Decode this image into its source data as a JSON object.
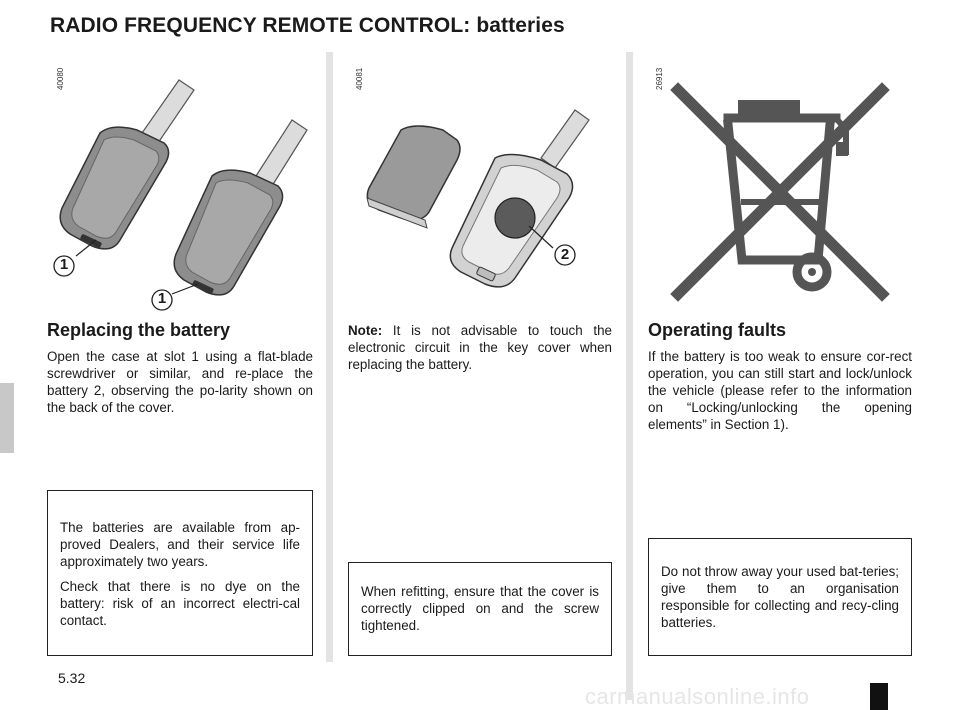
{
  "page": {
    "title": "RADIO FREQUENCY REMOTE CONTROL: batteries",
    "page_number": "5.32",
    "watermark": "carmanualsonline.info"
  },
  "column1": {
    "image_code": "40080",
    "callout_a": "1",
    "callout_b": "1",
    "heading": "Replacing the battery",
    "paragraph": "Open the case at slot 1 using a flat-blade screwdriver or similar, and re-place the battery 2, observing the po-larity shown on the back of the cover.",
    "box_paragraph_1": "The batteries are available from ap-proved Dealers, and their service life approximately two years.",
    "box_paragraph_2": "Check that there is no dye on the battery: risk of an incorrect electri-cal contact."
  },
  "column2": {
    "image_code": "40081",
    "callout": "2",
    "note_label": "Note:",
    "note_text": " It is not advisable to touch the electronic circuit in the key cover when replacing the battery.",
    "box_text": "When refitting, ensure that the cover is correctly clipped on and the screw tightened."
  },
  "column3": {
    "image_code": "26913",
    "heading": "Operating faults",
    "paragraph": "If the battery is too weak to ensure cor-rect operation, you can still start and lock/unlock the vehicle (please refer to the information on “Locking/unlocking the opening elements” in Section 1).",
    "box_text": "Do not throw away your used bat-teries; give them to an organisation responsible for collecting and recy-cling batteries."
  }
}
